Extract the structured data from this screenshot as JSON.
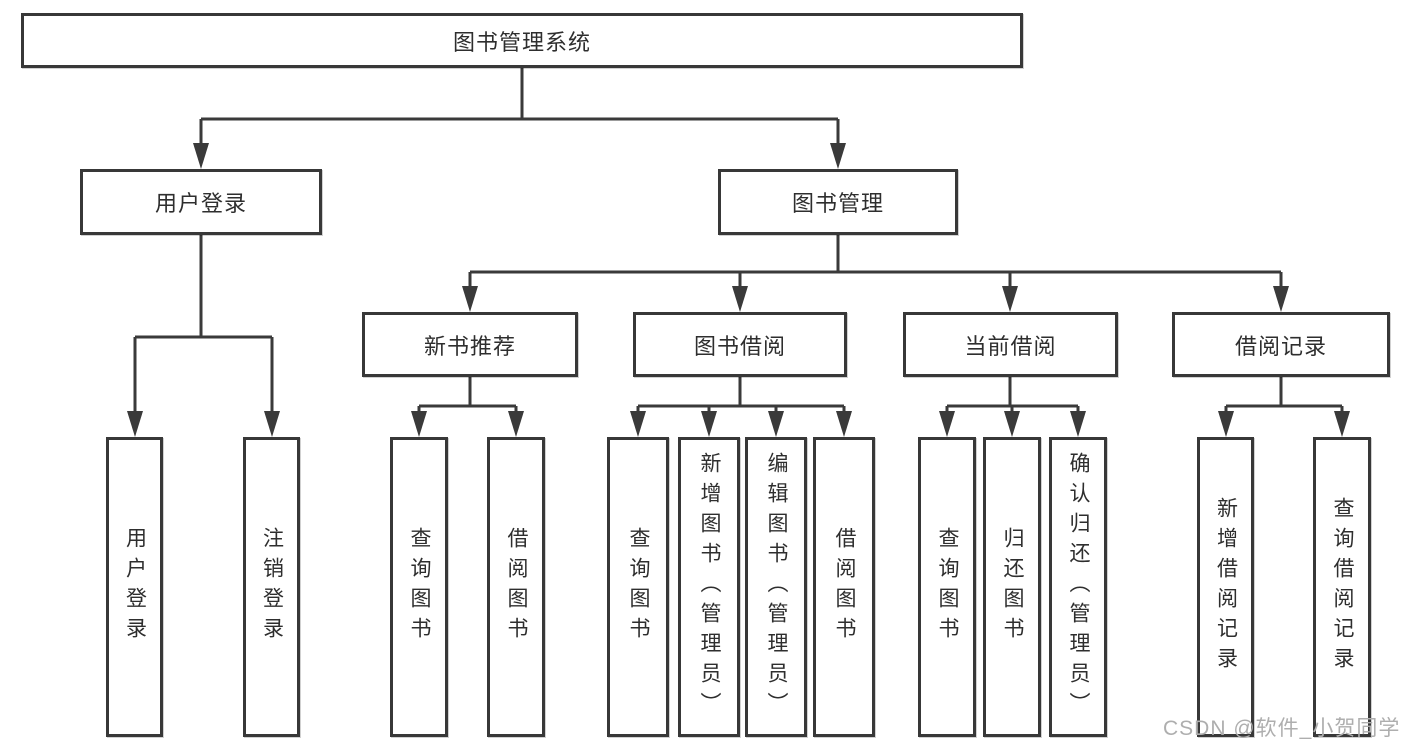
{
  "diagram": {
    "root": {
      "label": "图书管理系统"
    },
    "branches": [
      {
        "label": "用户登录",
        "children": [
          {
            "label": "用户登录"
          },
          {
            "label": "注销登录"
          }
        ]
      },
      {
        "label": "图书管理",
        "groups": [
          {
            "label": "新书推荐",
            "children": [
              {
                "label": "查询图书"
              },
              {
                "label": "借阅图书"
              }
            ]
          },
          {
            "label": "图书借阅",
            "children": [
              {
                "label": "查询图书"
              },
              {
                "label": "新增图书（管理员）"
              },
              {
                "label": "编辑图书（管理员）"
              },
              {
                "label": "借阅图书"
              }
            ]
          },
          {
            "label": "当前借阅",
            "children": [
              {
                "label": "查询图书"
              },
              {
                "label": "归还图书"
              },
              {
                "label": "确认归还（管理员）"
              }
            ]
          },
          {
            "label": "借阅记录",
            "children": [
              {
                "label": "新增借阅记录"
              },
              {
                "label": "查询借阅记录"
              }
            ]
          }
        ]
      }
    ]
  },
  "watermark": {
    "text": "CSDN @软件_小贺同学"
  },
  "colors": {
    "line": "#3a3a3a",
    "box_border": "#383838",
    "box_fill": "#ffffff",
    "text": "#2e2e2e",
    "watermark": "#aeaeae",
    "background": "#ffffff"
  }
}
